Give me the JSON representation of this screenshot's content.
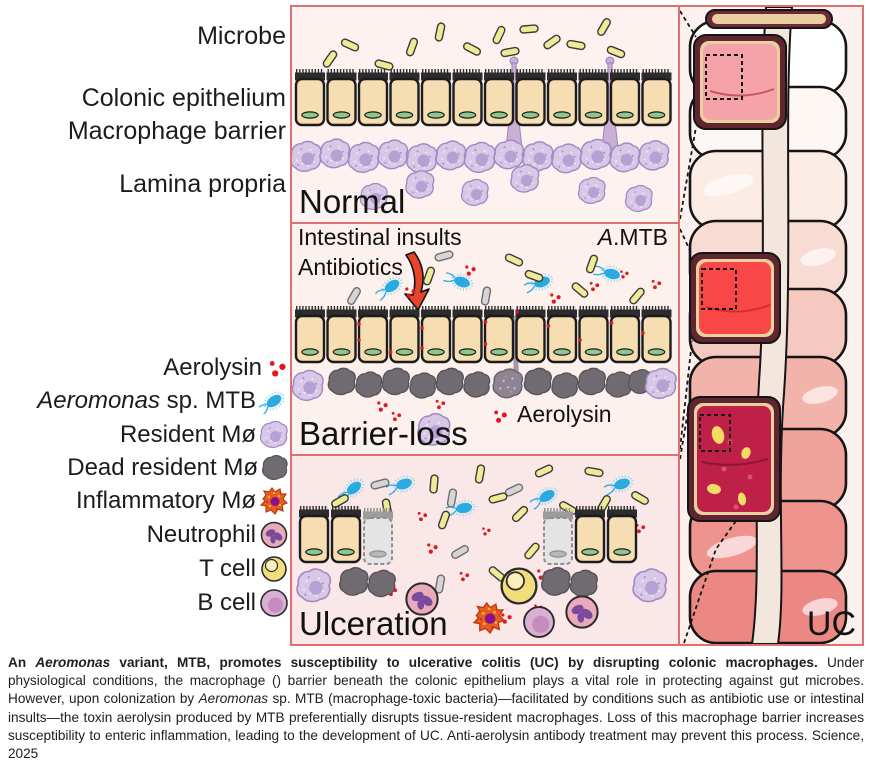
{
  "colors": {
    "panel_border": "#dd7070",
    "panel_bg": "#fdf2f0",
    "epithelium_tan": "#f6ddb2",
    "nucleus_green": "#8cc78c",
    "resident_macrophage": "#d6c8e6",
    "dead_macrophage": "#6f6b70",
    "mtb_blue": "#29abe2",
    "microbe_yellow": "#eeea96",
    "antibiotic_gray": "#d7d3d7",
    "aerolysin_red": "#e01822",
    "inflamed_red": "#f94646",
    "ulcer_crimson": "#bf2048"
  },
  "layer_labels": {
    "microbe": "Microbe",
    "colonic_epithelium": "Colonic epithelium",
    "macrophage_barrier": "Macrophage barrier",
    "lamina_propria": "Lamina propria"
  },
  "legend": {
    "items": [
      {
        "italic": "",
        "text": "Aerolysin",
        "icon": "aerolysin-icon"
      },
      {
        "italic": "Aeromonas",
        "text": " sp. MTB",
        "icon": "aeromonas-mtb-icon"
      },
      {
        "italic": "",
        "text": "Resident Mø",
        "icon": "resident-macrophage-icon"
      },
      {
        "italic": "",
        "text": "Dead resident Mø",
        "icon": "dead-macrophage-icon"
      },
      {
        "italic": "",
        "text": "Inflammatory Mø",
        "icon": "inflammatory-macrophage-icon"
      },
      {
        "italic": "",
        "text": "Neutrophil",
        "icon": "neutrophil-icon"
      },
      {
        "italic": "",
        "text": "T cell",
        "icon": "t-cell-icon"
      },
      {
        "italic": "",
        "text": "B cell",
        "icon": "b-cell-icon"
      }
    ]
  },
  "panels": {
    "normal": {
      "title": "Normal"
    },
    "barrier_loss": {
      "title": "Barrier-loss",
      "label_intestinal_insults": "Intestinal insults",
      "label_antibiotics": "Antibiotics",
      "label_amtb_italic": "A",
      "label_amtb_rest": ".MTB",
      "label_aerolysin": "Aerolysin"
    },
    "ulceration": {
      "title": "Ulceration"
    },
    "colon": {
      "title": "UC"
    }
  },
  "caption": {
    "bold_pre": "An ",
    "bold_italic": "Aeromonas",
    "bold_post": " variant, MTB, promotes susceptibility to ulcerative colitis (UC) by disrupting colonic macrophages.",
    "body_pre": " Under physiological conditions, the macrophage () barrier beneath the colonic epithelium plays a vital role in protecting against gut microbes. However, upon colonization by ",
    "body_italic": "Aeromonas",
    "body_post": " sp. MTB (macrophage-toxic bacteria)—facilitated by conditions such as antibiotic use or intestinal insults—the toxin aerolysin produced by MTB preferentially disrupts tissue-resident macrophages. Loss of this macrophage barrier increases susceptibility to enteric inflammation, leading to the development of UC. Anti-aerolysin antibody treatment may prevent this process. Science, 2025"
  }
}
